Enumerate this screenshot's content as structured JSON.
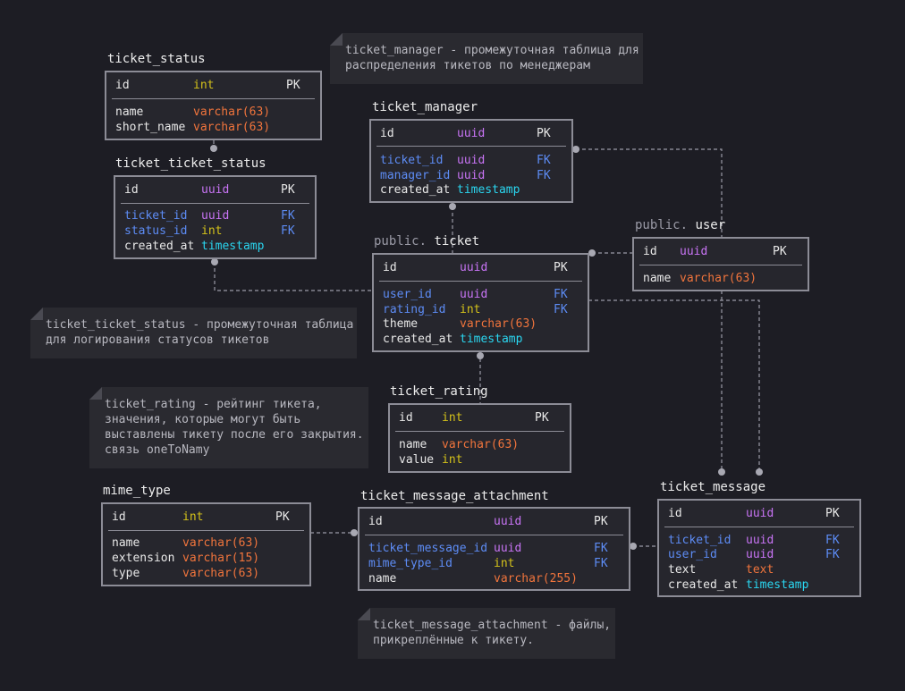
{
  "tables": {
    "ticket_status": {
      "title": "ticket_status",
      "pk_row": {
        "name": "id",
        "type": "int",
        "key": "PK"
      },
      "rows": [
        {
          "name": "name",
          "type": "varchar(63)",
          "key": ""
        },
        {
          "name": "short_name",
          "type": "varchar(63)",
          "key": ""
        }
      ]
    },
    "ticket_ticket_status": {
      "title": "ticket_ticket_status",
      "pk_row": {
        "name": "id",
        "type": "uuid",
        "key": "PK"
      },
      "rows": [
        {
          "name": "ticket_id",
          "type": "uuid",
          "key": "FK"
        },
        {
          "name": "status_id",
          "type": "int",
          "key": "FK"
        },
        {
          "name": "created_at",
          "type": "timestamp",
          "key": ""
        }
      ]
    },
    "ticket_manager": {
      "title": "ticket_manager",
      "pk_row": {
        "name": "id",
        "type": "uuid",
        "key": "PK"
      },
      "rows": [
        {
          "name": "ticket_id",
          "type": "uuid",
          "key": "FK"
        },
        {
          "name": "manager_id",
          "type": "uuid",
          "key": "FK"
        },
        {
          "name": "created_at",
          "type": "timestamp",
          "key": ""
        }
      ]
    },
    "user": {
      "schema": "public.",
      "title": "user",
      "pk_row": {
        "name": "id",
        "type": "uuid",
        "key": "PK"
      },
      "rows": [
        {
          "name": "name",
          "type": "varchar(63)",
          "key": ""
        }
      ]
    },
    "ticket": {
      "schema": "public.",
      "title": "ticket",
      "pk_row": {
        "name": "id",
        "type": "uuid",
        "key": "PK"
      },
      "rows": [
        {
          "name": "user_id",
          "type": "uuid",
          "key": "FK"
        },
        {
          "name": "rating_id",
          "type": "int",
          "key": "FK"
        },
        {
          "name": "theme",
          "type": "varchar(63)",
          "key": ""
        },
        {
          "name": "created_at",
          "type": "timestamp",
          "key": ""
        }
      ]
    },
    "ticket_rating": {
      "title": "ticket_rating",
      "pk_row": {
        "name": "id",
        "type": "int",
        "key": "PK"
      },
      "rows": [
        {
          "name": "name",
          "type": "varchar(63)",
          "key": ""
        },
        {
          "name": "value",
          "type": "int",
          "key": ""
        }
      ]
    },
    "mime_type": {
      "title": "mime_type",
      "pk_row": {
        "name": "id",
        "type": "int",
        "key": "PK"
      },
      "rows": [
        {
          "name": "name",
          "type": "varchar(63)",
          "key": ""
        },
        {
          "name": "extension",
          "type": "varchar(15)",
          "key": ""
        },
        {
          "name": "type",
          "type": "varchar(63)",
          "key": ""
        }
      ]
    },
    "ticket_message_attachment": {
      "title": "ticket_message_attachment",
      "pk_row": {
        "name": "id",
        "type": "uuid",
        "key": "PK"
      },
      "rows": [
        {
          "name": "ticket_message_id",
          "type": "uuid",
          "key": "FK"
        },
        {
          "name": "mime_type_id",
          "type": "int",
          "key": "FK"
        },
        {
          "name": "name",
          "type": "varchar(255)",
          "key": ""
        }
      ]
    },
    "ticket_message": {
      "title": "ticket_message",
      "pk_row": {
        "name": "id",
        "type": "uuid",
        "key": "PK"
      },
      "rows": [
        {
          "name": "ticket_id",
          "type": "uuid",
          "key": "FK"
        },
        {
          "name": "user_id",
          "type": "uuid",
          "key": "FK"
        },
        {
          "name": "text",
          "type": "text",
          "key": ""
        },
        {
          "name": "created_at",
          "type": "timestamp",
          "key": ""
        }
      ]
    }
  },
  "notes": {
    "note_manager": {
      "lines": [
        "ticket_manager - промежуточная таблица для",
        "распределения тикетов по менеджерам"
      ]
    },
    "note_status": {
      "lines": [
        "ticket_ticket_status - промежуточная таблица",
        "для логирования статусов тикетов"
      ]
    },
    "note_rating": {
      "lines": [
        "ticket_rating - рейтинг тикета,",
        "значения, которые могут быть",
        "выставлены тикету после его закрытия.",
        "связь oneToNamy"
      ]
    },
    "note_attachment": {
      "lines": [
        "ticket_message_attachment - файлы,",
        "прикреплённые к тикету."
      ]
    }
  },
  "colors": {
    "background": "#1d1d24",
    "table_bg": "#26262d",
    "border": "#8c8c96",
    "fk": "#5d8cf5",
    "int": "#d4c21a",
    "uuid": "#c874f5",
    "varchar": "#f0743c",
    "timestamp": "#2ad6f0"
  }
}
